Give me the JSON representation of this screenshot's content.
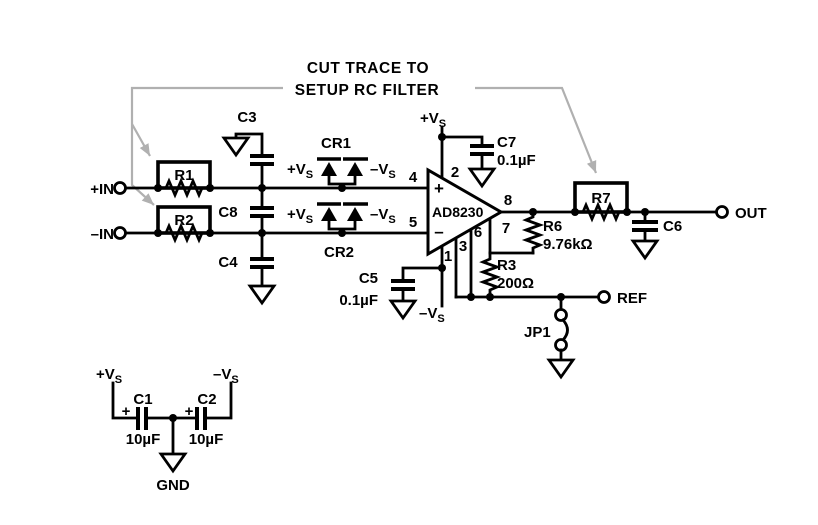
{
  "note": {
    "title1": "CUT TRACE TO",
    "title2": "SETUP RC FILTER"
  },
  "terminals": {
    "plus_in": "+IN",
    "minus_in": "–IN",
    "out": "OUT",
    "ref": "REF"
  },
  "supply": {
    "pos": "+V",
    "neg": "–V",
    "sub": "S"
  },
  "amp": {
    "part": "AD8230",
    "plus": "+",
    "minus": "–",
    "pin1": "1",
    "pin2": "2",
    "pin3": "3",
    "pin4": "4",
    "pin5": "5",
    "pin6": "6",
    "pin7": "7",
    "pin8": "8"
  },
  "components": {
    "r1": "R1",
    "r2": "R2",
    "r3": "R3",
    "r3_value": "200Ω",
    "r6": "R6",
    "r6_value": "9.76kΩ",
    "r7": "R7",
    "c1": "C1",
    "c1_value": "10µF",
    "c2": "C2",
    "c2_value": "10µF",
    "c3": "C3",
    "c4": "C4",
    "c5": "C5",
    "c5_value": "0.1µF",
    "c6": "C6",
    "c7": "C7",
    "c7_value": "0.1µF",
    "c8": "C8",
    "cr1": "CR1",
    "cr2": "CR2",
    "jp1": "JP1",
    "polarity": "+"
  },
  "ground": {
    "gnd": "GND"
  },
  "colors": {
    "ink": "#000000",
    "leader_gray": "#b0b0b0",
    "background": "#ffffff"
  }
}
